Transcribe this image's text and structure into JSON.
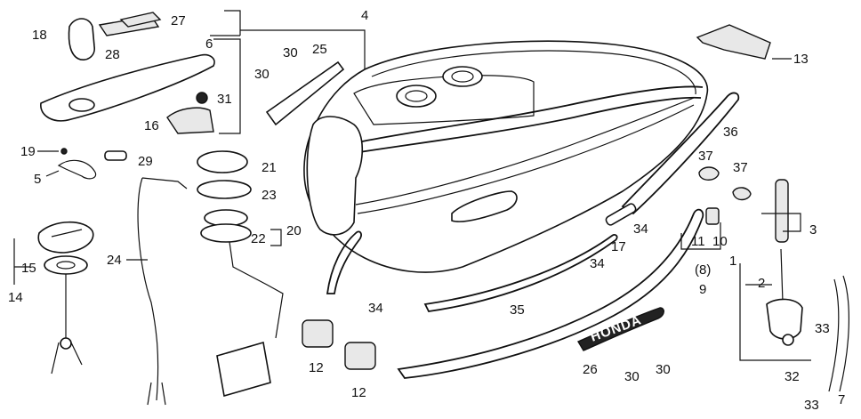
{
  "diagram": {
    "labels": {
      "l1": "1",
      "l2": "2",
      "l3": "3",
      "l4": "4",
      "l5": "5",
      "l6": "6",
      "l7": "7",
      "l8": "(8)",
      "l9": "9",
      "l10": "10",
      "l11": "11",
      "l12a": "12",
      "l12b": "12",
      "l13": "13",
      "l14": "14",
      "l15": "15",
      "l16": "16",
      "l17": "17",
      "l18": "18",
      "l19": "19",
      "l20": "20",
      "l21": "21",
      "l22": "22",
      "l23": "23",
      "l24": "24",
      "l25": "25",
      "l26": "26",
      "l27": "27",
      "l28": "28",
      "l29": "29",
      "l30a": "30",
      "l30b": "30",
      "l30c": "30",
      "l30d": "30",
      "l31": "31",
      "l32": "32",
      "l33a": "33",
      "l33b": "33",
      "l34a": "34",
      "l34b": "34",
      "l34c": "34",
      "l35": "35",
      "l36": "36",
      "l37a": "37",
      "l37b": "37"
    },
    "emblem_text": "HONDA"
  }
}
